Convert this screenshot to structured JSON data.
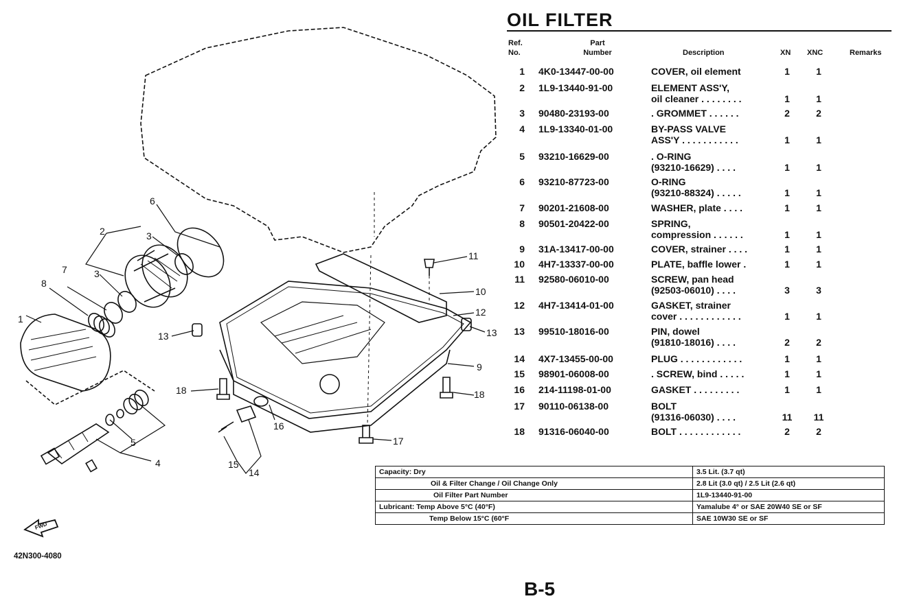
{
  "title": "OIL FILTER",
  "headers": {
    "ref_line1": "Ref.",
    "ref_line2": "No.",
    "part_line1": "Part",
    "part_line2": "Number",
    "description": "Description",
    "xn": "XN",
    "xnc": "XNC",
    "remarks": "Remarks"
  },
  "parts": [
    {
      "ref": "1",
      "part": "4K0-13447-00-00",
      "desc1": "COVER, oil element",
      "desc2": "",
      "xn": "1",
      "xnc": "1"
    },
    {
      "ref": "2",
      "part": "1L9-13440-91-00",
      "desc1": "ELEMENT ASS'Y,",
      "desc2": "oil cleaner . . . . . . . .",
      "xn": "1",
      "xnc": "1"
    },
    {
      "ref": "3",
      "part": "90480-23193-00",
      "desc1": ". GROMMET . . . . . .",
      "desc2": "",
      "xn": "2",
      "xnc": "2"
    },
    {
      "ref": "4",
      "part": "1L9-13340-01-00",
      "desc1": "BY-PASS VALVE",
      "desc2": "ASS'Y . . . . . . . . . . .",
      "xn": "1",
      "xnc": "1"
    },
    {
      "ref": "5",
      "part": "93210-16629-00",
      "desc1": ". O-RING",
      "desc2": "(93210-16629) . . . .",
      "xn": "1",
      "xnc": "1"
    },
    {
      "ref": "6",
      "part": "93210-87723-00",
      "desc1": "O-RING",
      "desc2": "(93210-88324) . . . . .",
      "xn": "1",
      "xnc": "1"
    },
    {
      "ref": "7",
      "part": "90201-21608-00",
      "desc1": "WASHER, plate . . . .",
      "desc2": "",
      "xn": "1",
      "xnc": "1"
    },
    {
      "ref": "8",
      "part": "90501-20422-00",
      "desc1": "SPRING,",
      "desc2": "compression . . . . . .",
      "xn": "1",
      "xnc": "1"
    },
    {
      "ref": "9",
      "part": "31A-13417-00-00",
      "desc1": "COVER, strainer . . . .",
      "desc2": "",
      "xn": "1",
      "xnc": "1"
    },
    {
      "ref": "10",
      "part": "4H7-13337-00-00",
      "desc1": "PLATE, baffle lower .",
      "desc2": "",
      "xn": "1",
      "xnc": "1"
    },
    {
      "ref": "11",
      "part": "92580-06010-00",
      "desc1": "SCREW, pan head",
      "desc2": "(92503-06010) . . . .",
      "xn": "3",
      "xnc": "3"
    },
    {
      "ref": "12",
      "part": "4H7-13414-01-00",
      "desc1": "GASKET, strainer",
      "desc2": "cover . . . . . . . . . . . .",
      "xn": "1",
      "xnc": "1"
    },
    {
      "ref": "13",
      "part": "99510-18016-00",
      "desc1": "PIN, dowel",
      "desc2": "(91810-18016) . . . .",
      "xn": "2",
      "xnc": "2"
    },
    {
      "ref": "14",
      "part": "4X7-13455-00-00",
      "desc1": "PLUG . . . . . . . . . . . .",
      "desc2": "",
      "xn": "1",
      "xnc": "1"
    },
    {
      "ref": "15",
      "part": "98901-06008-00",
      "desc1": ". SCREW, bind . . . . .",
      "desc2": "",
      "xn": "1",
      "xnc": "1"
    },
    {
      "ref": "16",
      "part": "214-11198-01-00",
      "desc1": "GASKET . . . . . . . . .",
      "desc2": "",
      "xn": "1",
      "xnc": "1"
    },
    {
      "ref": "17",
      "part": "90110-06138-00",
      "desc1": "BOLT",
      "desc2": "(91316-06030) . . . .",
      "xn": "11",
      "xnc": "11"
    },
    {
      "ref": "18",
      "part": "91316-06040-00",
      "desc1": "BOLT . . . . . . . . . . . .",
      "desc2": "",
      "xn": "2",
      "xnc": "2"
    }
  ],
  "spec": [
    {
      "label": "Capacity: Dry",
      "value": "3.5 Lit. (3.7 qt)"
    },
    {
      "label": "Oil & Filter Change / Oil Change Only",
      "value": "2.8 Lit (3.0 qt) / 2.5 Lit (2.6 qt)"
    },
    {
      "label": "Oil Filter Part Number",
      "value": "1L9-13440-91-00"
    },
    {
      "label": "Lubricant: Temp Above 5°C (40°F)",
      "value": "Yamalube 4° or SAE 20W40 SE or SF"
    },
    {
      "label": "Temp Below 15°C (60°F",
      "value": "SAE 10W30 SE or SF"
    }
  ],
  "diagram": {
    "callouts": [
      "1",
      "2",
      "3",
      "3",
      "4",
      "5",
      "6",
      "7",
      "8",
      "9",
      "10",
      "11",
      "12",
      "13",
      "13",
      "14",
      "15",
      "16",
      "17",
      "18",
      "18"
    ],
    "fwd_label": "FWD"
  },
  "drawing_code": "42N300-4080",
  "page_number": "B-5"
}
